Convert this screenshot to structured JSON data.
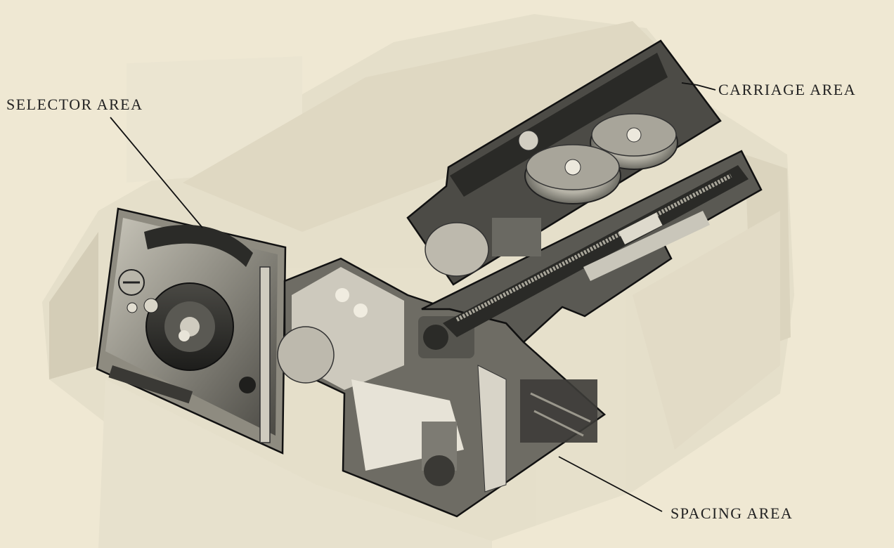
{
  "callouts": {
    "selector": "SELECTOR AREA",
    "carriage": "CARRIAGE AREA",
    "spacing": "SPACING AREA"
  },
  "colors": {
    "paper": "#efe8d3",
    "ghost_body": "#e3ddc8",
    "ink": "#111111",
    "metal_dark": "#2b2b2b",
    "metal_mid": "#7a7a72",
    "metal_light": "#c9c6ba"
  }
}
